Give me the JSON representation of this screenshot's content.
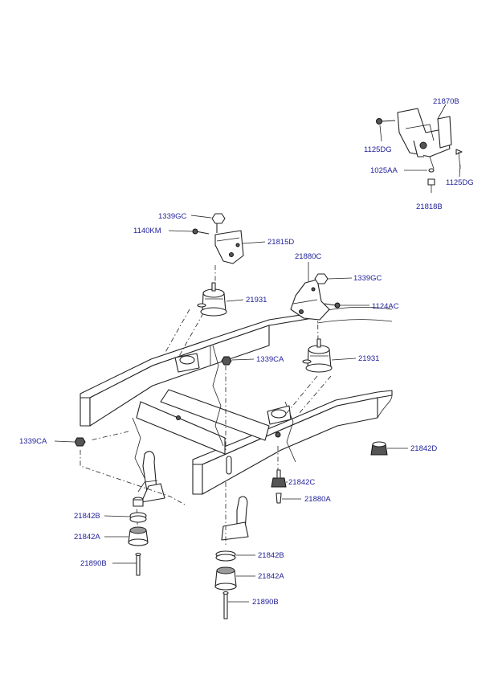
{
  "labels": {
    "p21870B": "21870B",
    "p1125DG_a": "1125DG",
    "p1125DG_b": "1125DG",
    "p1025AA": "1025AA",
    "p21818B": "21818B",
    "p1339GC_a": "1339GC",
    "p1140KM": "1140KM",
    "p21815D": "21815D",
    "p21880C": "21880C",
    "p1339GC_b": "1339GC",
    "p21931_a": "21931",
    "p1124AC": "1124AC",
    "p1339CA_a": "1339CA",
    "p21931_b": "21931",
    "p1339CA_b": "1339CA",
    "p21842D": "21842D",
    "p21842C": "21842C",
    "p21880A": "21880A",
    "p21842B_a": "21842B",
    "p21842A_a": "21842A",
    "p21890B_a": "21890B",
    "p21842B_b": "21842B",
    "p21842A_b": "21842A",
    "p21890B_b": "21890B"
  },
  "colors": {
    "label": "#22229a",
    "line": "#222222"
  }
}
